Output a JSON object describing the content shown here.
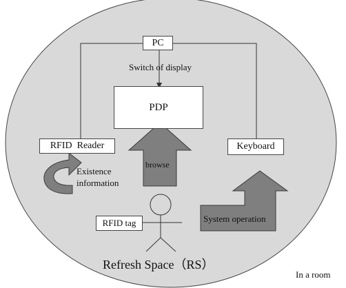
{
  "nodes": {
    "pc": "PC",
    "pdp": "PDP",
    "rfid_reader": "RFID  Reader",
    "keyboard": "Keyboard",
    "rfid_tag": "RFID tag"
  },
  "labels": {
    "switch": "Switch of display",
    "existence_line1": "Existence",
    "existence_line2": "information",
    "browse": "browse",
    "system_operation": "System operation",
    "space_title": "Refresh Space（RS）",
    "room": "In a room"
  },
  "colors": {
    "ellipse_fill": "#d9d9d9",
    "arrow_fill": "#7f7f7f",
    "arrow_stroke": "#3a3a3a",
    "line": "#333333",
    "box_fill": "#ffffff"
  }
}
